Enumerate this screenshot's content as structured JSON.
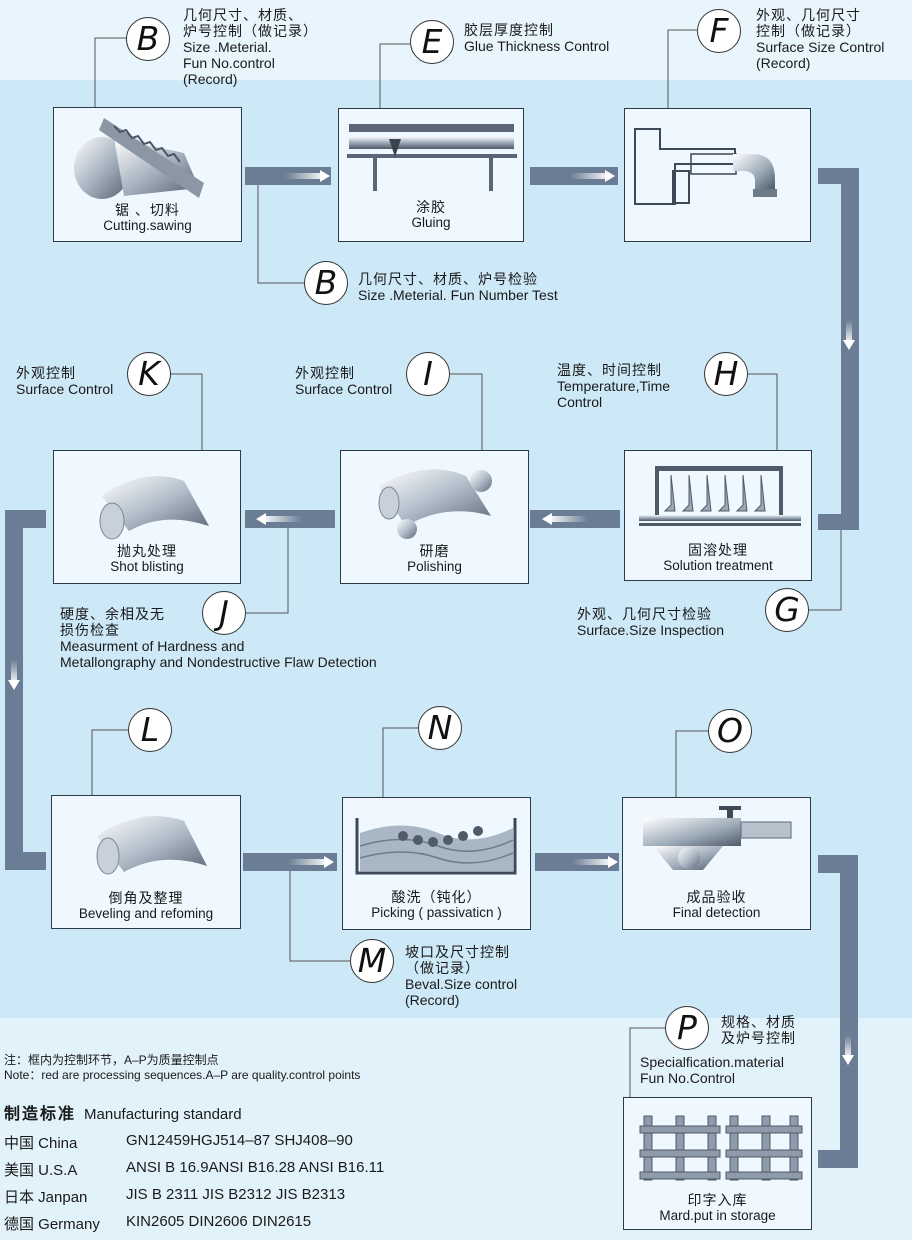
{
  "steps": [
    {
      "zh": "锯 、切料",
      "en": "Cutting.sawing"
    },
    {
      "zh": "涂胶",
      "en": "Gluing"
    },
    {
      "zh": "",
      "en": ""
    },
    {
      "zh": "固溶处理",
      "en": "Solution treatment"
    },
    {
      "zh": "研磨",
      "en": "Polishing"
    },
    {
      "zh": "抛丸处理",
      "en": "Shot blisting"
    },
    {
      "zh": "倒角及整理",
      "en": "Beveling and refoming"
    },
    {
      "zh": "酸洗（钝化）",
      "en": "Picking ( passivaticn )"
    },
    {
      "zh": "成品验收",
      "en": "Final detection"
    },
    {
      "zh": "印字入库",
      "en": "Mard.put in storage"
    }
  ],
  "points": {
    "B1": {
      "letter": "B",
      "zh": [
        "几何尺寸、材质、",
        "炉号控制（做记录）"
      ],
      "en": [
        "Size .Meterial.",
        "Fun No.control",
        "(Record)"
      ]
    },
    "E": {
      "letter": "E",
      "zh": [
        "胶层厚度控制"
      ],
      "en": [
        "Glue Thickness Control"
      ]
    },
    "F": {
      "letter": "F",
      "zh": [
        "外观、几何尺寸",
        "控制（做记录）"
      ],
      "en": [
        "Surface Size Control",
        "(Record)"
      ]
    },
    "B2": {
      "letter": "B",
      "zh": [
        "几何尺寸、材质、炉号检验"
      ],
      "en": [
        "Size .Meterial.  Fun Number Test"
      ]
    },
    "K": {
      "letter": "K",
      "zh": [
        "外观控制"
      ],
      "en": [
        "Surface Control"
      ]
    },
    "I": {
      "letter": "I",
      "zh": [
        "外观控制"
      ],
      "en": [
        "Surface Control"
      ]
    },
    "H": {
      "letter": "H",
      "zh": [
        "温度、时间控制"
      ],
      "en": [
        "Temperature,Time",
        "Control"
      ]
    },
    "J": {
      "letter": "J",
      "zh": [
        "硬度、余相及无",
        "损伤检查"
      ],
      "en": [
        "Measurment of Hardness and",
        "Metallongraphy and Nondestructive Flaw Detection"
      ]
    },
    "G": {
      "letter": "G",
      "zh": [
        "外观、几何尺寸检验"
      ],
      "en": [
        "Surface.Size Inspection"
      ]
    },
    "L": {
      "letter": "L"
    },
    "N": {
      "letter": "N"
    },
    "O": {
      "letter": "O"
    },
    "M": {
      "letter": "M",
      "zh": [
        "坡口及尺寸控制",
        "（做记录）"
      ],
      "en": [
        "Beval.Size control",
        "(Record)"
      ]
    },
    "P": {
      "letter": "P",
      "zh": [
        "规格、材质",
        "及炉号控制"
      ],
      "en": [
        "Specialfication.material",
        "Fun No.Control"
      ]
    }
  },
  "note": {
    "zh": "注：框内为控制环节，A–P为质量控制点",
    "en": "Note：red are processing sequences.A–P are quality.control points"
  },
  "standards": {
    "title_zh": "制造标准",
    "title_en": "Manufacturing standard",
    "rows": [
      {
        "country": "中国  China",
        "codes": "GN12459HGJ514–87   SHJ408–90"
      },
      {
        "country": "美国  U.S.A",
        "codes": "ANSI B 16.9ANSI B16.28 ANSI B16.11"
      },
      {
        "country": "日本  Janpan",
        "codes": "JIS B 2311 JIS B2312 JIS B2313"
      },
      {
        "country": "德国  Germany",
        "codes": "KIN2605 DIN2606 DIN2615"
      }
    ]
  },
  "colors": {
    "arrow": "#6a7d94",
    "box_border": "#2d3b49",
    "band": "#cde8f6"
  }
}
